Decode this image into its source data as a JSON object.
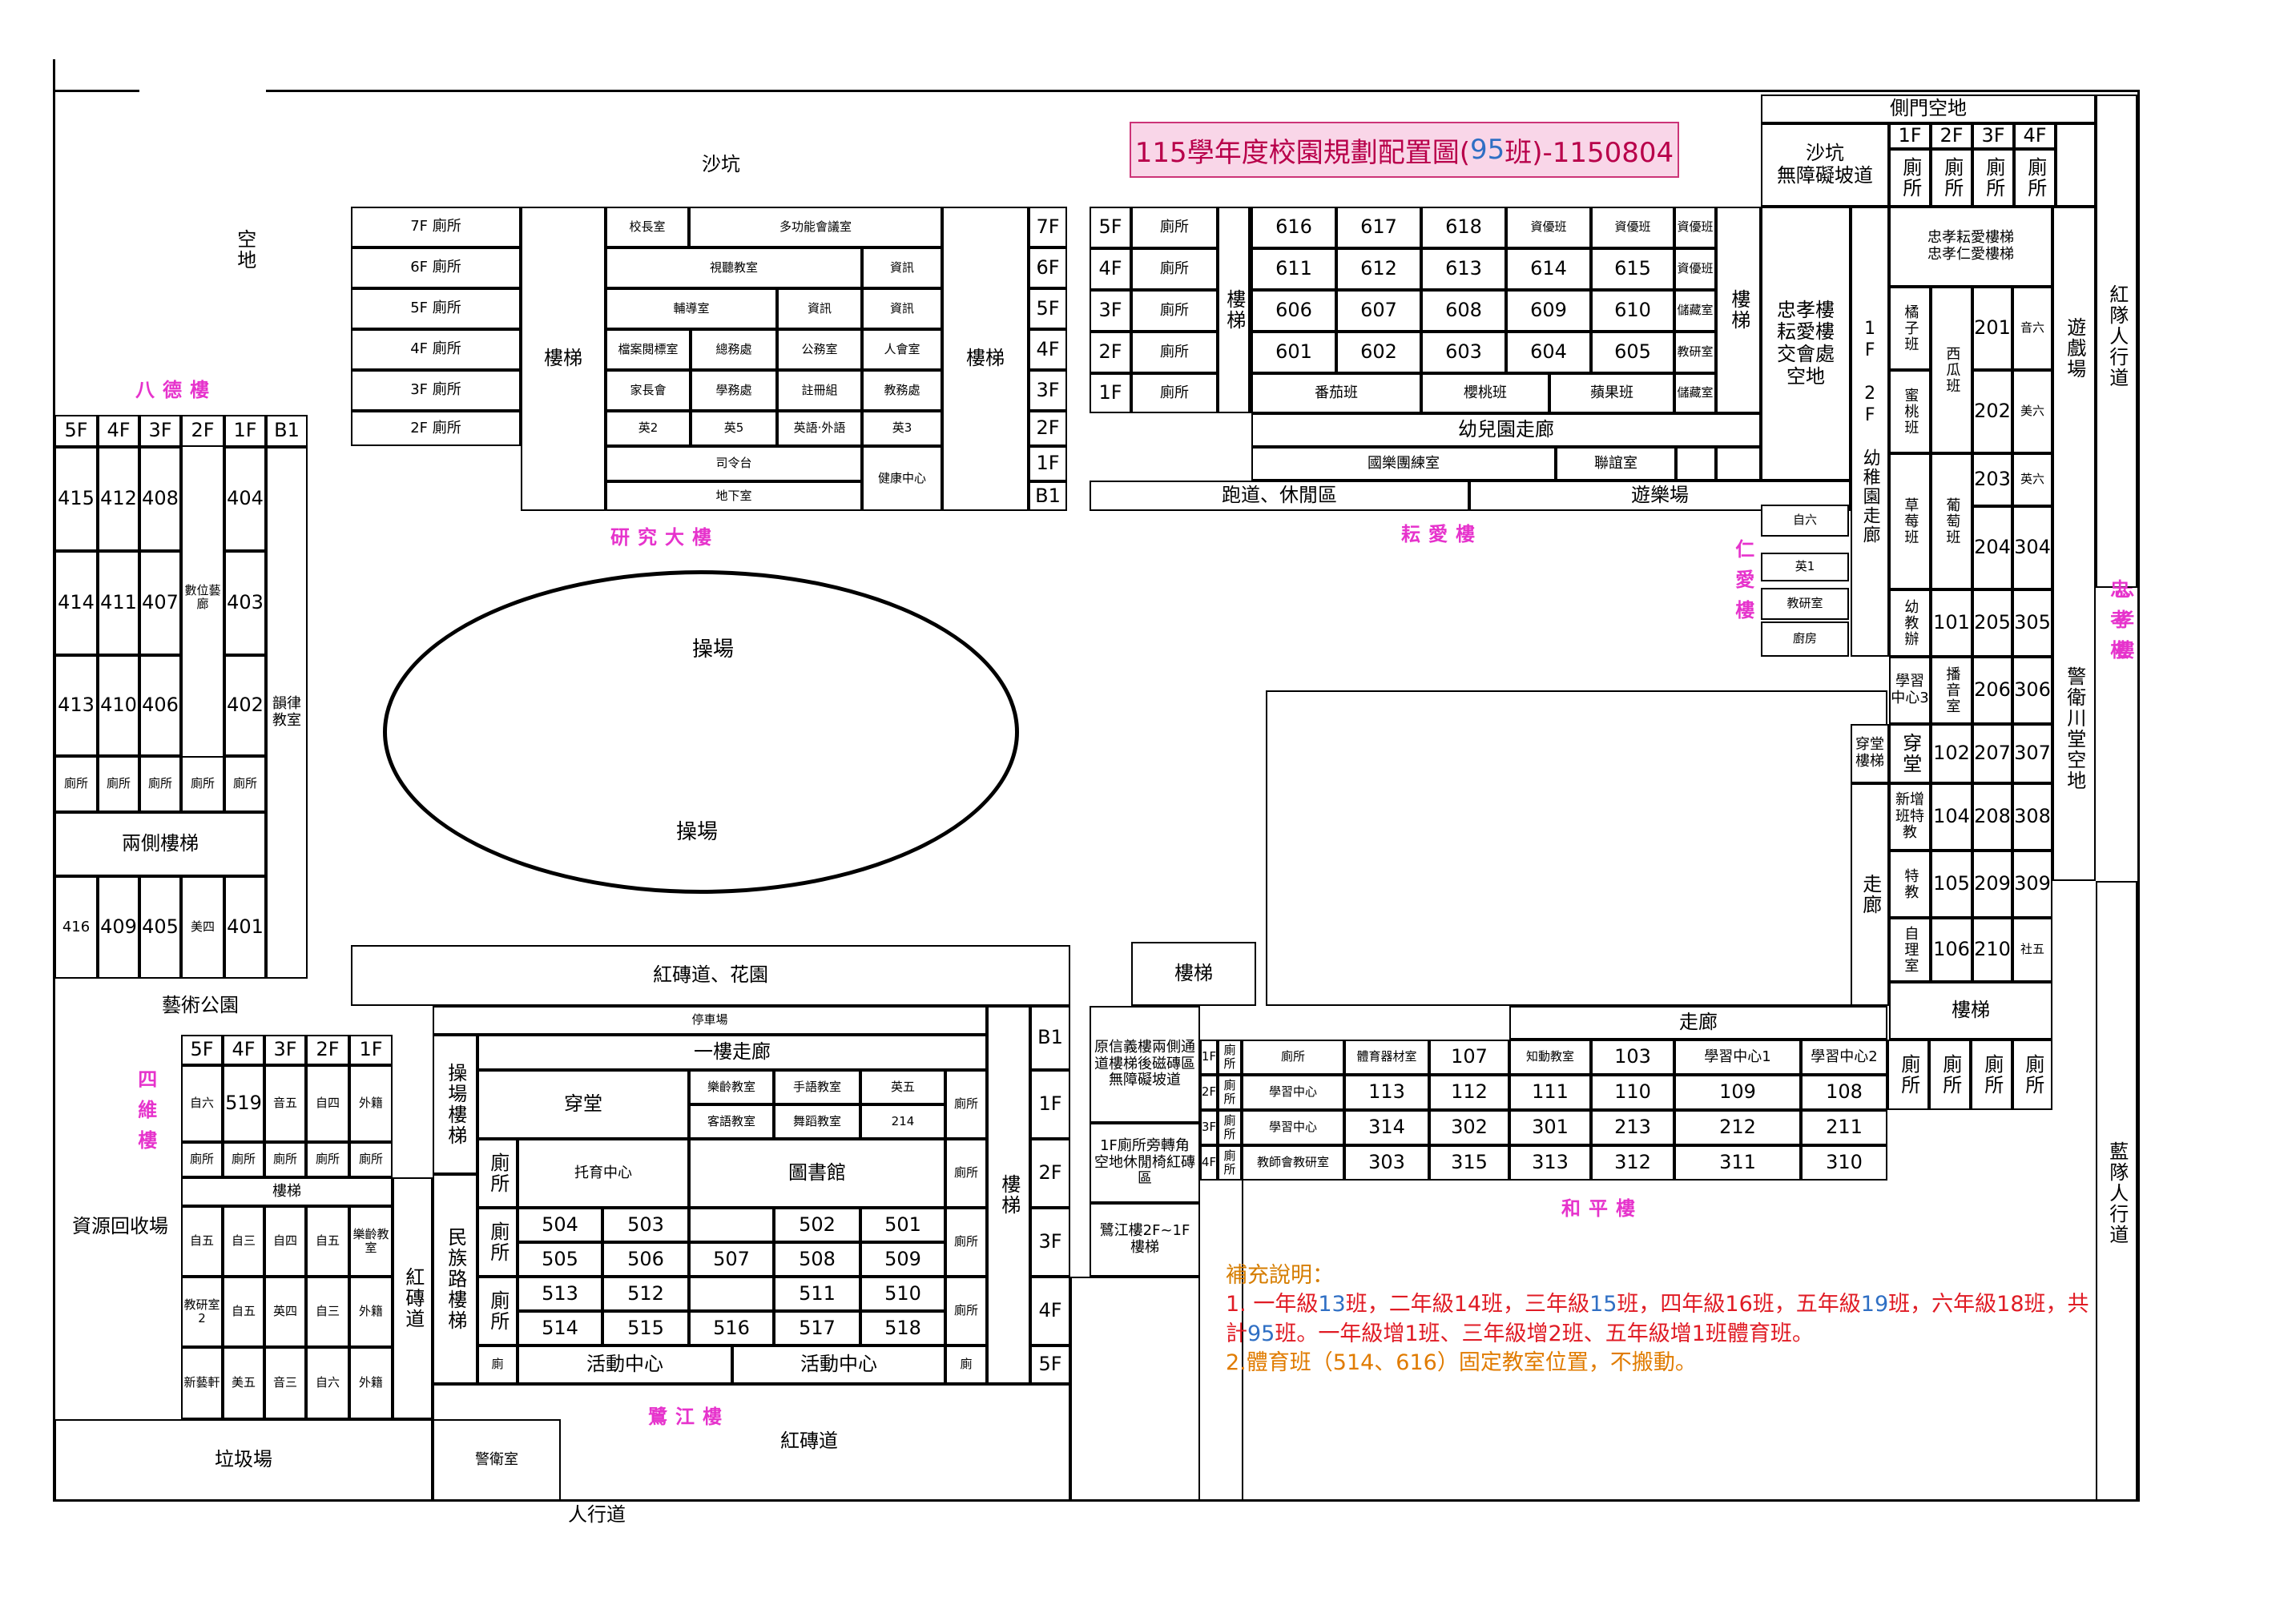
{
  "title": {
    "pre": "115學年度校園規劃配置圖(",
    "classes": "95",
    "post": "班)-1150804"
  },
  "labels": {
    "sandpit_top": "沙坑",
    "empty_lot": "空地",
    "bade": "八德樓",
    "yanjiu": "研究大樓",
    "yunai": "耘愛樓",
    "renai": "仁愛樓",
    "zhongxiao": "忠孝樓",
    "siwei": "四維樓",
    "luojiang": "鷺江樓",
    "heping": "和平樓",
    "playground_1": "操場",
    "playground_2": "操場",
    "art_park": "藝術公園",
    "recycle": "資源回收場",
    "garbage": "垃圾場",
    "guard": "警衛室",
    "red_brick_bottom": "紅磚道",
    "sidewalk": "人行道",
    "side_gate": "側門空地",
    "sand_ramp": "沙坑\n無障礙坡道",
    "zx_junction": "忠孝樓\n耘愛樓\n交會處\n空地",
    "red_team": "紅隊人行道",
    "blue_team": "藍隊人行道",
    "game_field": "遊戲場",
    "guard_hall": "警衛川堂空地",
    "track": "跑道、休閒區",
    "playfield": "遊樂場",
    "kg_corridor": "幼兒園走廊",
    "kg_corridor_v": "1F 2F 幼稚園走廊",
    "two_side_stairs": "兩側樓梯",
    "red_brick_garden": "紅磚道、花園",
    "stairs": "樓梯"
  },
  "research": {
    "floors": [
      "7F",
      "6F",
      "5F",
      "4F",
      "3F",
      "2F",
      "1F",
      "B1"
    ],
    "toilet_rows": [
      "7F  廁所",
      "6F  廁所",
      "5F  廁所",
      "4F  廁所",
      "3F  廁所",
      "2F  廁所"
    ],
    "stairs": "樓梯",
    "rooms": {
      "principal": "校長室",
      "multi": "多功能會議室",
      "av": "視聽教室",
      "info1": "資訊",
      "counsel": "輔導室",
      "info2": "資訊",
      "info3": "資訊",
      "archive": "檔案閱標室",
      "general": "總務處",
      "office": "公務室",
      "personnel": "人會室",
      "parents": "家長會",
      "academic": "學務處",
      "registry": "註冊組",
      "teaching": "教務處",
      "en2": "英2",
      "en5": "英5",
      "enfl": "英語‧外語",
      "en3": "英3",
      "stage": "司令台",
      "health": "健康中心",
      "basement": "地下室"
    }
  },
  "yunai": {
    "floors": [
      "5F",
      "4F",
      "3F",
      "2F",
      "1F"
    ],
    "toilets": [
      "廁所",
      "廁所",
      "廁所",
      "廁所",
      "廁所"
    ],
    "stairs": "樓梯",
    "stairs2": "樓梯",
    "rows": [
      [
        "616",
        "617",
        "618",
        "資優班",
        "資優班",
        "資優班"
      ],
      [
        "611",
        "612",
        "613",
        "614",
        "615",
        "資優班"
      ],
      [
        "606",
        "607",
        "608",
        "609",
        "610",
        "儲藏室"
      ],
      [
        "601",
        "602",
        "603",
        "604",
        "605",
        "教研室"
      ]
    ],
    "kg": [
      "番茄班",
      "櫻桃班",
      "蘋果班",
      "儲藏室"
    ],
    "band": "國樂團練室",
    "counseling": "聯誼室"
  },
  "renai": {
    "rooms": [
      "自六",
      "英1",
      "教研室",
      "廚房"
    ]
  },
  "bade": {
    "floors": [
      "5F",
      "4F",
      "3F",
      "2F",
      "1F",
      "B1"
    ],
    "rows": [
      [
        "415",
        "412",
        "408",
        "404"
      ],
      [
        "414",
        "411",
        "407",
        "403"
      ],
      [
        "413",
        "410",
        "406",
        "402"
      ]
    ],
    "digital": "數位藝廊",
    "rhythm": "韻律教室",
    "toilets": [
      "廁所",
      "廁所",
      "廁所",
      "廁所",
      "廁所"
    ],
    "bottom": [
      "416",
      "409",
      "405",
      "美四",
      "401"
    ]
  },
  "zhongxiao": {
    "floors": [
      "1F",
      "2F",
      "3F",
      "4F"
    ],
    "toilets": [
      "廁所",
      "廁所",
      "廁所",
      "廁所"
    ],
    "header": "忠孝耘愛樓梯\n忠孝仁愛樓梯",
    "rooms": {
      "tangerine": "橘子班",
      "watermelon": "西瓜班",
      "peach": "蜜桃班",
      "strawberry": "草莓班",
      "grape": "葡萄班",
      "kteach": "幼教辦",
      "learn3": "學習中心3",
      "broadcast": "播音室",
      "hall": "穿堂",
      "hall_stairs": "穿堂樓梯",
      "special_new": "新增班特教",
      "special": "特教",
      "self": "自理室",
      "corridor": "走廊"
    },
    "grid": [
      [
        "201",
        "音六"
      ],
      [
        "202",
        "美六"
      ],
      [
        "203",
        "英六"
      ],
      [
        "204",
        "304"
      ],
      [
        "101",
        "205",
        "305"
      ],
      [
        "206",
        "306"
      ],
      [
        "102",
        "207",
        "307"
      ],
      [
        "104",
        "208",
        "308"
      ],
      [
        "105",
        "209",
        "309"
      ],
      [
        "106",
        "210",
        "社五"
      ]
    ],
    "stairs": "樓梯"
  },
  "siwei": {
    "floors": [
      "5F",
      "4F",
      "3F",
      "2F",
      "1F"
    ],
    "row1": [
      "自六",
      "519",
      "音五",
      "自四",
      "外籍"
    ],
    "toilets": [
      "廁所",
      "廁所",
      "廁所",
      "廁所",
      "廁所"
    ],
    "stairs": "樓梯",
    "red_brick": "紅磚道",
    "row3": [
      "自五",
      "自三",
      "自四",
      "自五",
      "樂齡教室"
    ],
    "row4": [
      "教研室2",
      "自五",
      "英四",
      "自三",
      "外籍"
    ],
    "row5": [
      "新藝軒",
      "美五",
      "音三",
      "自六",
      "外籍"
    ]
  },
  "luojiang": {
    "parking": "停車場",
    "corridor": "一樓走廊",
    "floors": [
      "B1",
      "1F",
      "2F",
      "3F",
      "4F",
      "5F"
    ],
    "pg_stairs": "操場樓梯",
    "mz_stairs": "民族路樓梯",
    "stairs": "樓梯",
    "hall": "穿堂",
    "music_ed": "樂齡教室",
    "sign": "手語教室",
    "en5": "英五",
    "hakka": "客語教室",
    "dance": "舞蹈教室",
    "r214": "214",
    "toilet": "廁所",
    "daycare": "托育中心",
    "library": "圖書館",
    "rows3": [
      "504",
      "503",
      "",
      "502",
      "501"
    ],
    "rows3b": [
      "505",
      "506",
      "507",
      "508",
      "509"
    ],
    "rows4": [
      "513",
      "512",
      "",
      "511",
      "510"
    ],
    "rows4b": [
      "514",
      "515",
      "516",
      "517",
      "518"
    ],
    "activity": "活動中心",
    "activity2": "活動中心",
    "short_toilet": "廁"
  },
  "heping": {
    "notes_left": [
      "原信義樓兩側通道樓梯後磁磚區無障礙坡道",
      "1F廁所旁轉角空地休閒椅紅磚區",
      "鷺江樓2F~1F樓梯"
    ],
    "corridor": "走廊",
    "floor_tags": [
      "1F",
      "2F",
      "3F",
      "4F"
    ],
    "toilet_tag": "廁所",
    "row1": [
      "廁所",
      "體育器材室",
      "107",
      "知動教室",
      "103",
      "學習中心1",
      "學習中心2"
    ],
    "row2": [
      "學習中心",
      "113",
      "112",
      "111",
      "110",
      "109",
      "108"
    ],
    "row3": [
      "學習中心",
      "314",
      "302",
      "301",
      "213",
      "212",
      "211"
    ],
    "row4": [
      "教師會教研室",
      "303",
      "315",
      "313",
      "312",
      "311",
      "310"
    ],
    "end_toilets": [
      "廁所",
      "廁所",
      "廁所",
      "廁所"
    ]
  },
  "notes": {
    "heading": "補充說明：",
    "line1": [
      {
        "t": "1. 一年級",
        "c": "red"
      },
      {
        "t": "13",
        "c": "blue"
      },
      {
        "t": "班，二年級14班，三年級",
        "c": "red"
      },
      {
        "t": "15",
        "c": "blue"
      },
      {
        "t": "班，四年級16班，五年級",
        "c": "red"
      },
      {
        "t": "19",
        "c": "blue"
      },
      {
        "t": "班，六年級18班，共計",
        "c": "red"
      },
      {
        "t": "95",
        "c": "blue"
      },
      {
        "t": "班。一年級增1班、三年級增2班、五年級增1班體育班。",
        "c": "red"
      }
    ],
    "line2": "2.體育班（514、616）固定教室位置，不搬動。"
  }
}
